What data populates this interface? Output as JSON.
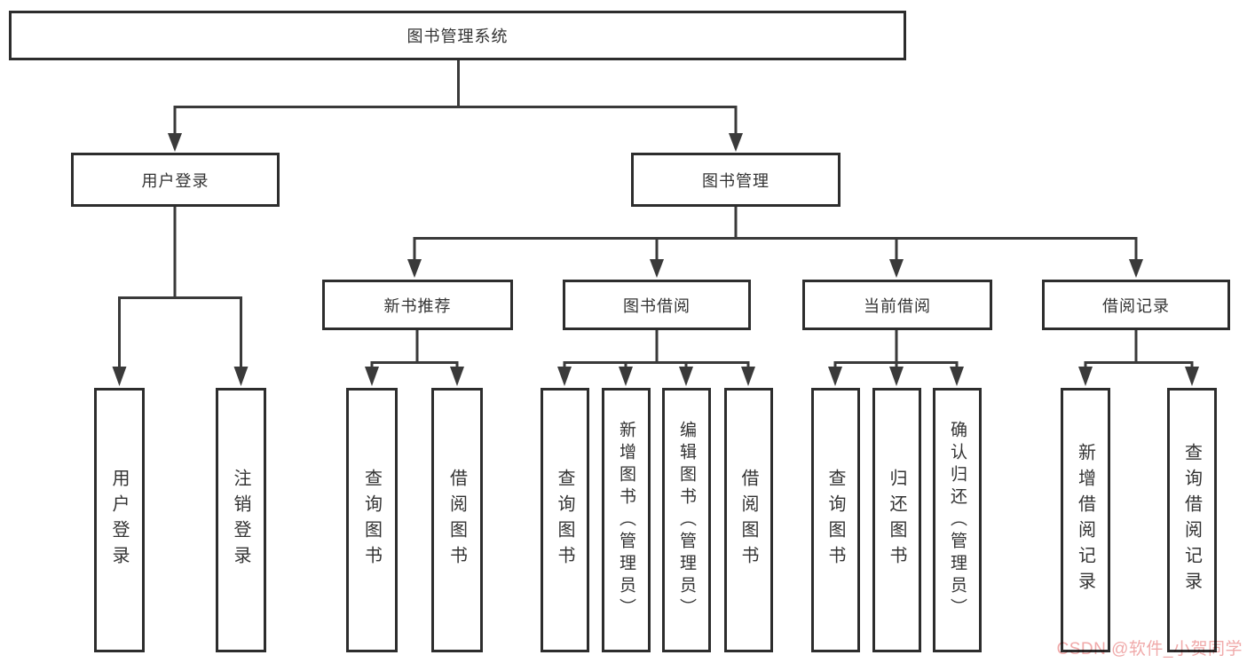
{
  "tree": {
    "root": "图书管理系统",
    "level1": [
      {
        "label": "用户登录",
        "leaves": [
          "用户登录",
          "注销登录"
        ]
      },
      {
        "label": "图书管理",
        "groups": [
          {
            "label": "新书推荐",
            "leaves": [
              "查询图书",
              "借阅图书"
            ]
          },
          {
            "label": "图书借阅",
            "leaves": [
              "查询图书",
              "新增图书（管理员）",
              "编辑图书（管理员）",
              "借阅图书"
            ]
          },
          {
            "label": "当前借阅",
            "leaves": [
              "查询图书",
              "归还图书",
              "确认归还（管理员）"
            ]
          },
          {
            "label": "借阅记录",
            "leaves": [
              "新增借阅记录",
              "查询借阅记录"
            ]
          }
        ]
      }
    ]
  },
  "watermark": {
    "text": "CSDN @软件_小贺同学",
    "color": "#f0aaaa"
  },
  "colors": {
    "line": "#3a3a3a",
    "box_border": "#2d2d2d",
    "text": "#333333",
    "background": "#ffffff"
  }
}
